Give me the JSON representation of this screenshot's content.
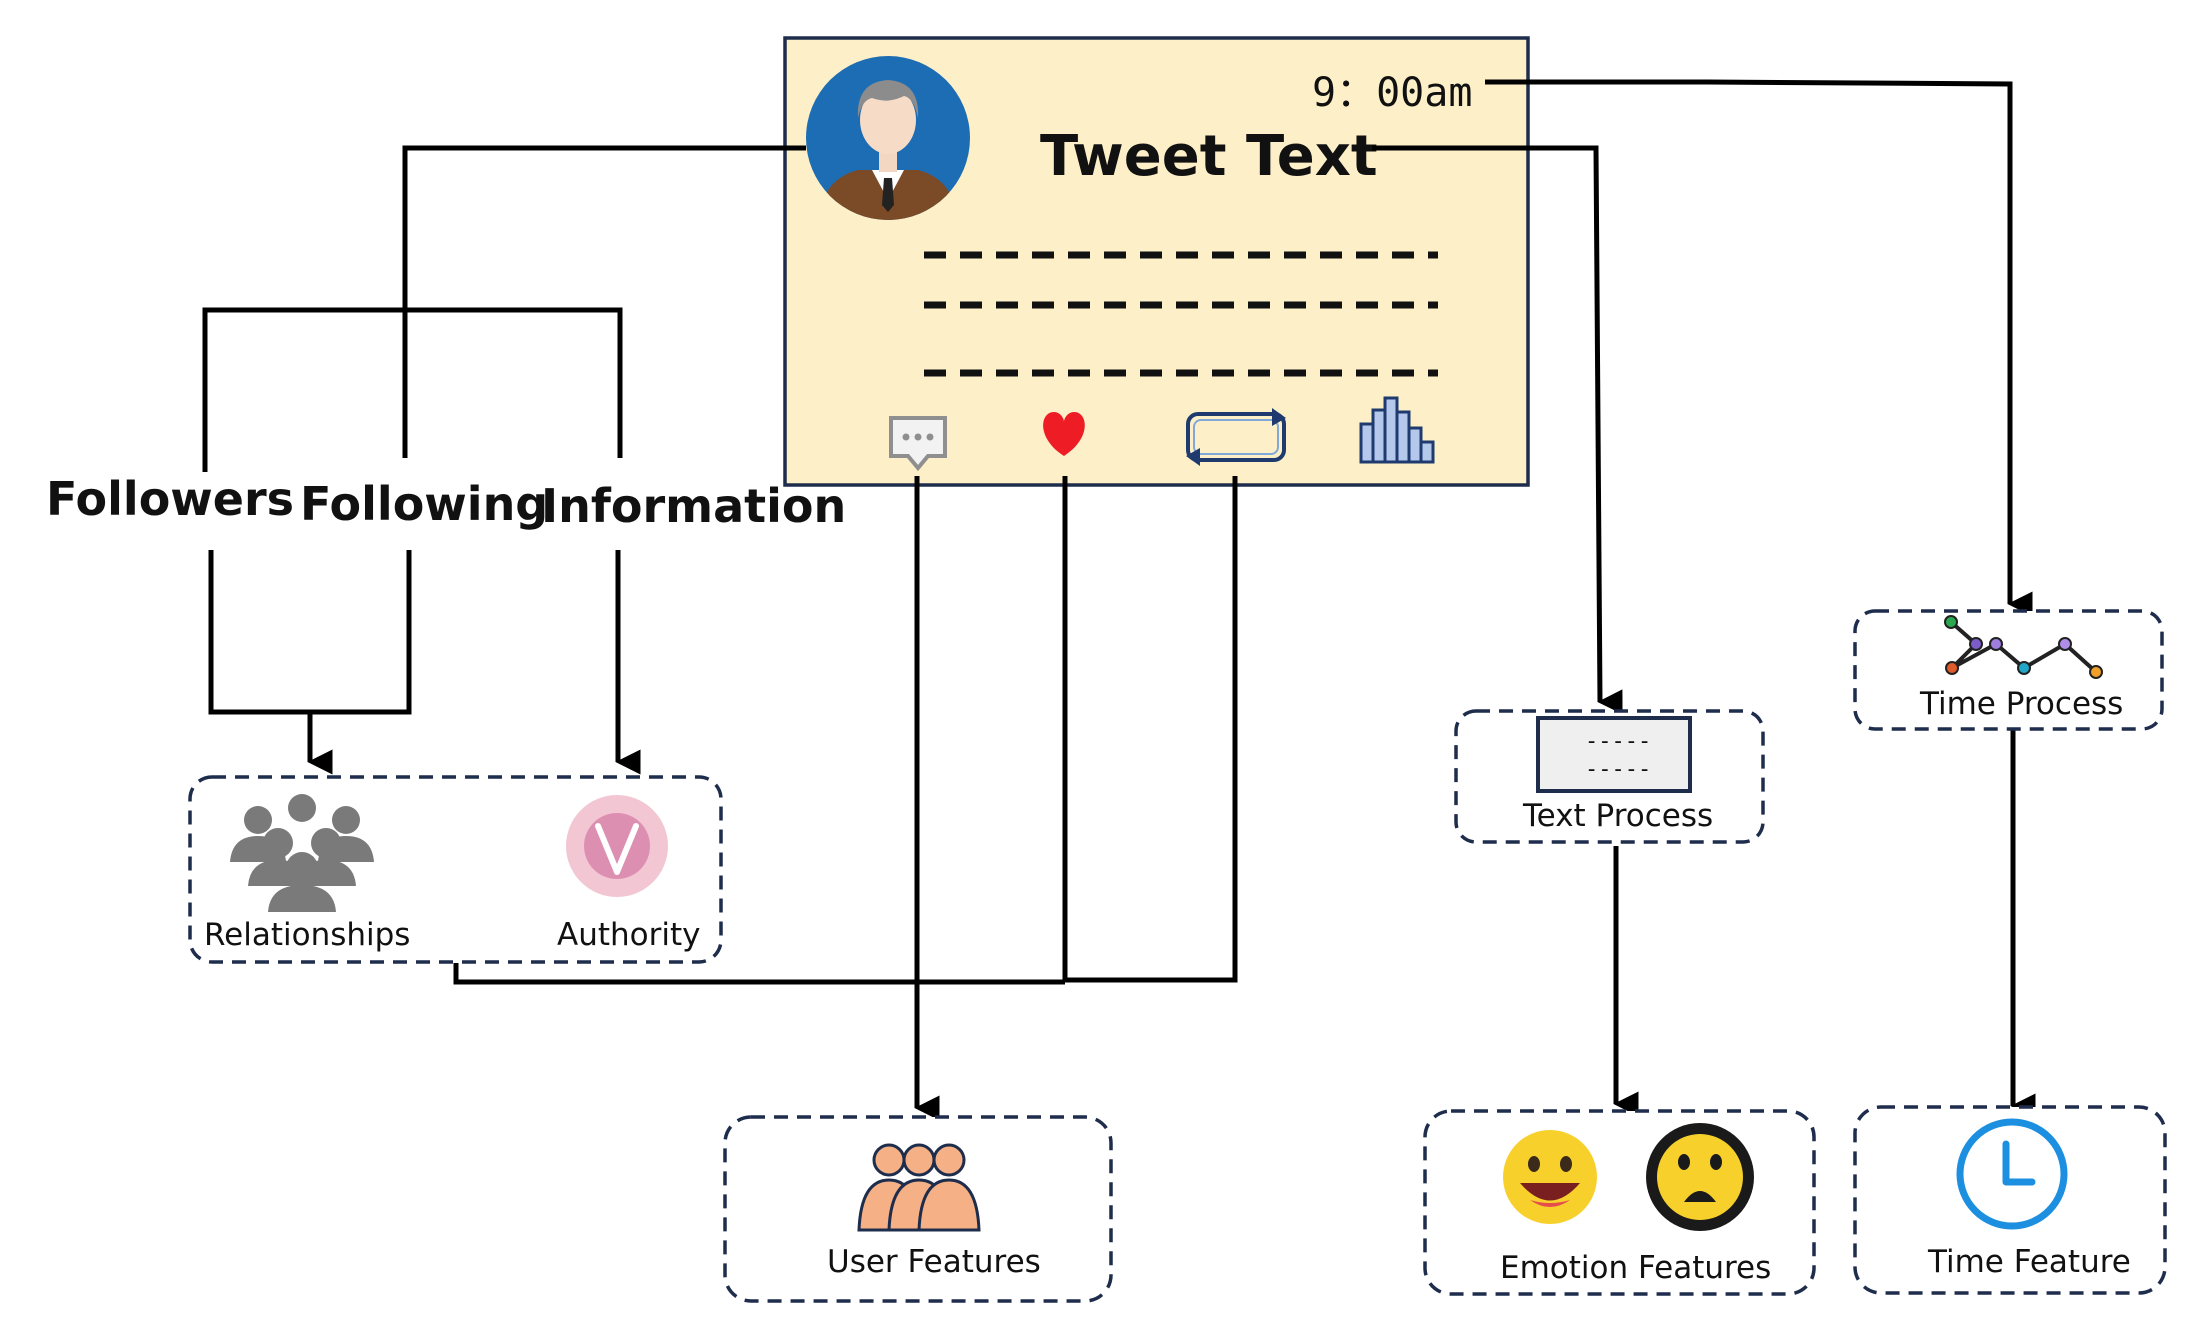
{
  "tweet": {
    "time": "9：00am",
    "title": "Tweet Text"
  },
  "labels": {
    "followers": "Followers",
    "following": "Following",
    "information": "Information"
  },
  "boxes": {
    "relationships": "Relationships",
    "authority": "Authority",
    "user_features": "User Features",
    "text_process": "Text Process",
    "emotion_features": "Emotion Features",
    "time_process": "Time Process",
    "time_feature": "Time Feature"
  },
  "text_process_lines": [
    "-----",
    "-----"
  ],
  "icons": {
    "avatar": "user-avatar-icon",
    "comment": "comment-icon",
    "like": "heart-icon",
    "retweet": "retweet-icon",
    "stats": "bar-chart-icon",
    "relationships": "group-icon",
    "authority": "verified-v-icon",
    "user_features": "users-icon",
    "text_process": "document-icon",
    "emotion_happy": "happy-face-icon",
    "emotion_sad": "sad-face-icon",
    "time_process": "line-graph-icon",
    "time_feature": "clock-icon"
  },
  "colors": {
    "tweet_card_bg": "#fdf0c8",
    "tweet_card_border": "#1f2d4d",
    "dashed_box_border": "#1f2d4d",
    "heart": "#ee1c25",
    "avatar_bg": "#1d6db5",
    "stats_bars": "#b4c8ec",
    "users_fill": "#f5b085",
    "clock": "#1d8fe0",
    "emoji_happy": "#f7d02c",
    "authority_circle": "#f2c6d2"
  }
}
